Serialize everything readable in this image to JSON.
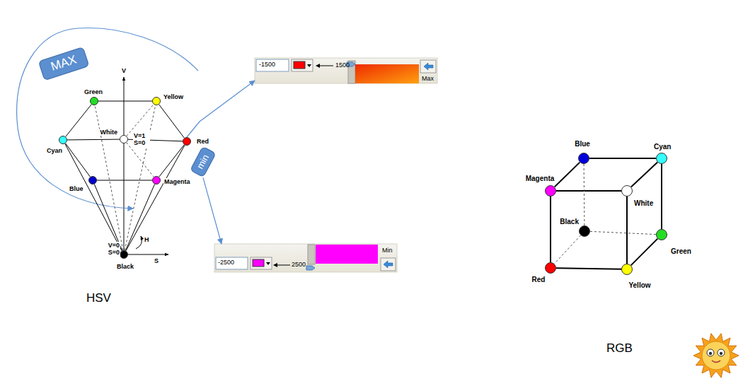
{
  "diagram": {
    "nodes": [
      {
        "text": [
          "MAX"
        ]
      },
      {
        "text": [
          "-1500",
          "1500",
          "Max"
        ]
      },
      {
        "text": [
          "Green"
        ]
      },
      {
        "text": [
          "Yellow"
        ]
      },
      {
        "text": [
          "White",
          "V=1 S=0"
        ]
      },
      {
        "text": [
          "Red"
        ]
      },
      {
        "text": [
          "Cyan"
        ]
      },
      {
        "text": [
          "min"
        ]
      },
      {
        "text": [
          "Blue"
        ]
      },
      {
        "text": [
          "Magenta"
        ]
      },
      {
        "text": [
          "V=0 S=0",
          "Black"
        ]
      },
      {
        "text": [
          "-2500",
          "2500",
          "Min"
        ]
      },
      {
        "text": [
          "Blue"
        ]
      },
      {
        "text": [
          "Cyan"
        ]
      },
      {
        "text": [
          "Magenta"
        ]
      },
      {
        "text": [
          "White"
        ]
      },
      {
        "text": [
          "Black"
        ]
      },
      {
        "text": [
          "Green"
        ]
      },
      {
        "text": [
          "Red"
        ]
      },
      {
        "text": [
          "Yellow"
        ]
      }
    ],
    "edges": [
      {
        "from": 5,
        "to": 1,
        "arrow": "to"
      },
      {
        "from": 7,
        "to": 11,
        "arrow": "to"
      },
      {
        "from": 2,
        "to": 3,
        "arrow": "none"
      },
      {
        "from": 3,
        "to": 5,
        "arrow": "none"
      },
      {
        "from": 5,
        "to": 9,
        "arrow": "none"
      },
      {
        "from": 9,
        "to": 8,
        "arrow": "none"
      },
      {
        "from": 8,
        "to": 6,
        "arrow": "none"
      },
      {
        "from": 6,
        "to": 2,
        "arrow": "none"
      },
      {
        "from": 6,
        "to": 4,
        "arrow": "none"
      },
      {
        "from": 4,
        "to": 5,
        "arrow": "none"
      },
      {
        "from": 10,
        "to": 6,
        "arrow": "none"
      },
      {
        "from": 10,
        "to": 8,
        "arrow": "none"
      },
      {
        "from": 10,
        "to": 9,
        "arrow": "none"
      },
      {
        "from": 10,
        "to": 5,
        "arrow": "none"
      },
      {
        "from": 10,
        "to": 2,
        "arrow": "none"
      },
      {
        "from": 10,
        "to": 3,
        "arrow": "none"
      },
      {
        "from": 4,
        "to": 3,
        "arrow": "none"
      },
      {
        "from": 4,
        "to": 9,
        "arrow": "none"
      },
      {
        "from": 12,
        "to": 13,
        "arrow": "none"
      },
      {
        "from": 12,
        "to": 14,
        "arrow": "none"
      },
      {
        "from": 13,
        "to": 15,
        "arrow": "none"
      },
      {
        "from": 14,
        "to": 15,
        "arrow": "none"
      },
      {
        "from": 13,
        "to": 17,
        "arrow": "none"
      },
      {
        "from": 14,
        "to": 18,
        "arrow": "none"
      },
      {
        "from": 15,
        "to": 19,
        "arrow": "none"
      },
      {
        "from": 18,
        "to": 19,
        "arrow": "none"
      },
      {
        "from": 19,
        "to": 17,
        "arrow": "none"
      },
      {
        "from": 12,
        "to": 16,
        "arrow": "none"
      },
      {
        "from": 16,
        "to": 18,
        "arrow": "none"
      },
      {
        "from": 16,
        "to": 17,
        "arrow": "none"
      }
    ],
    "labels": [
      "V",
      "H",
      "S",
      "HSV",
      "RGB"
    ]
  }
}
